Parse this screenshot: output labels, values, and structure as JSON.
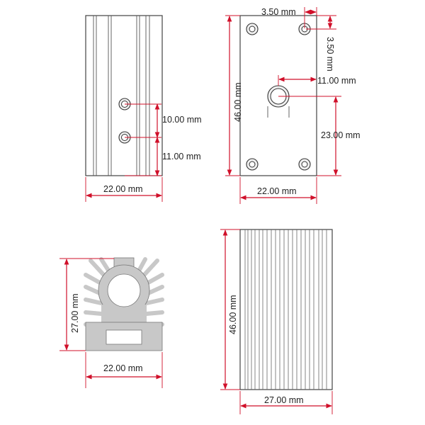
{
  "colors": {
    "dimension_line": "#d0102a",
    "outline": "#444444",
    "fin_fill": "#c8c8c8"
  },
  "views": {
    "side_left": {
      "width_label": "22.00 mm",
      "hole_spacing_label": "10.00 mm",
      "hole_to_bottom_label": "11.00 mm"
    },
    "top_right": {
      "hole_inset_x_label": "3.50 mm",
      "hole_inset_y_label": "3.50 mm",
      "center_offset_x_label": "11.00 mm",
      "center_offset_y_label": "23.00 mm",
      "height_label": "46.00 mm",
      "width_label": "22.00 mm"
    },
    "front_bottom_left": {
      "height_label": "27.00 mm",
      "width_label": "22.00 mm"
    },
    "side_bottom_right": {
      "height_label": "46.00 mm",
      "width_label": "27.00 mm"
    }
  }
}
